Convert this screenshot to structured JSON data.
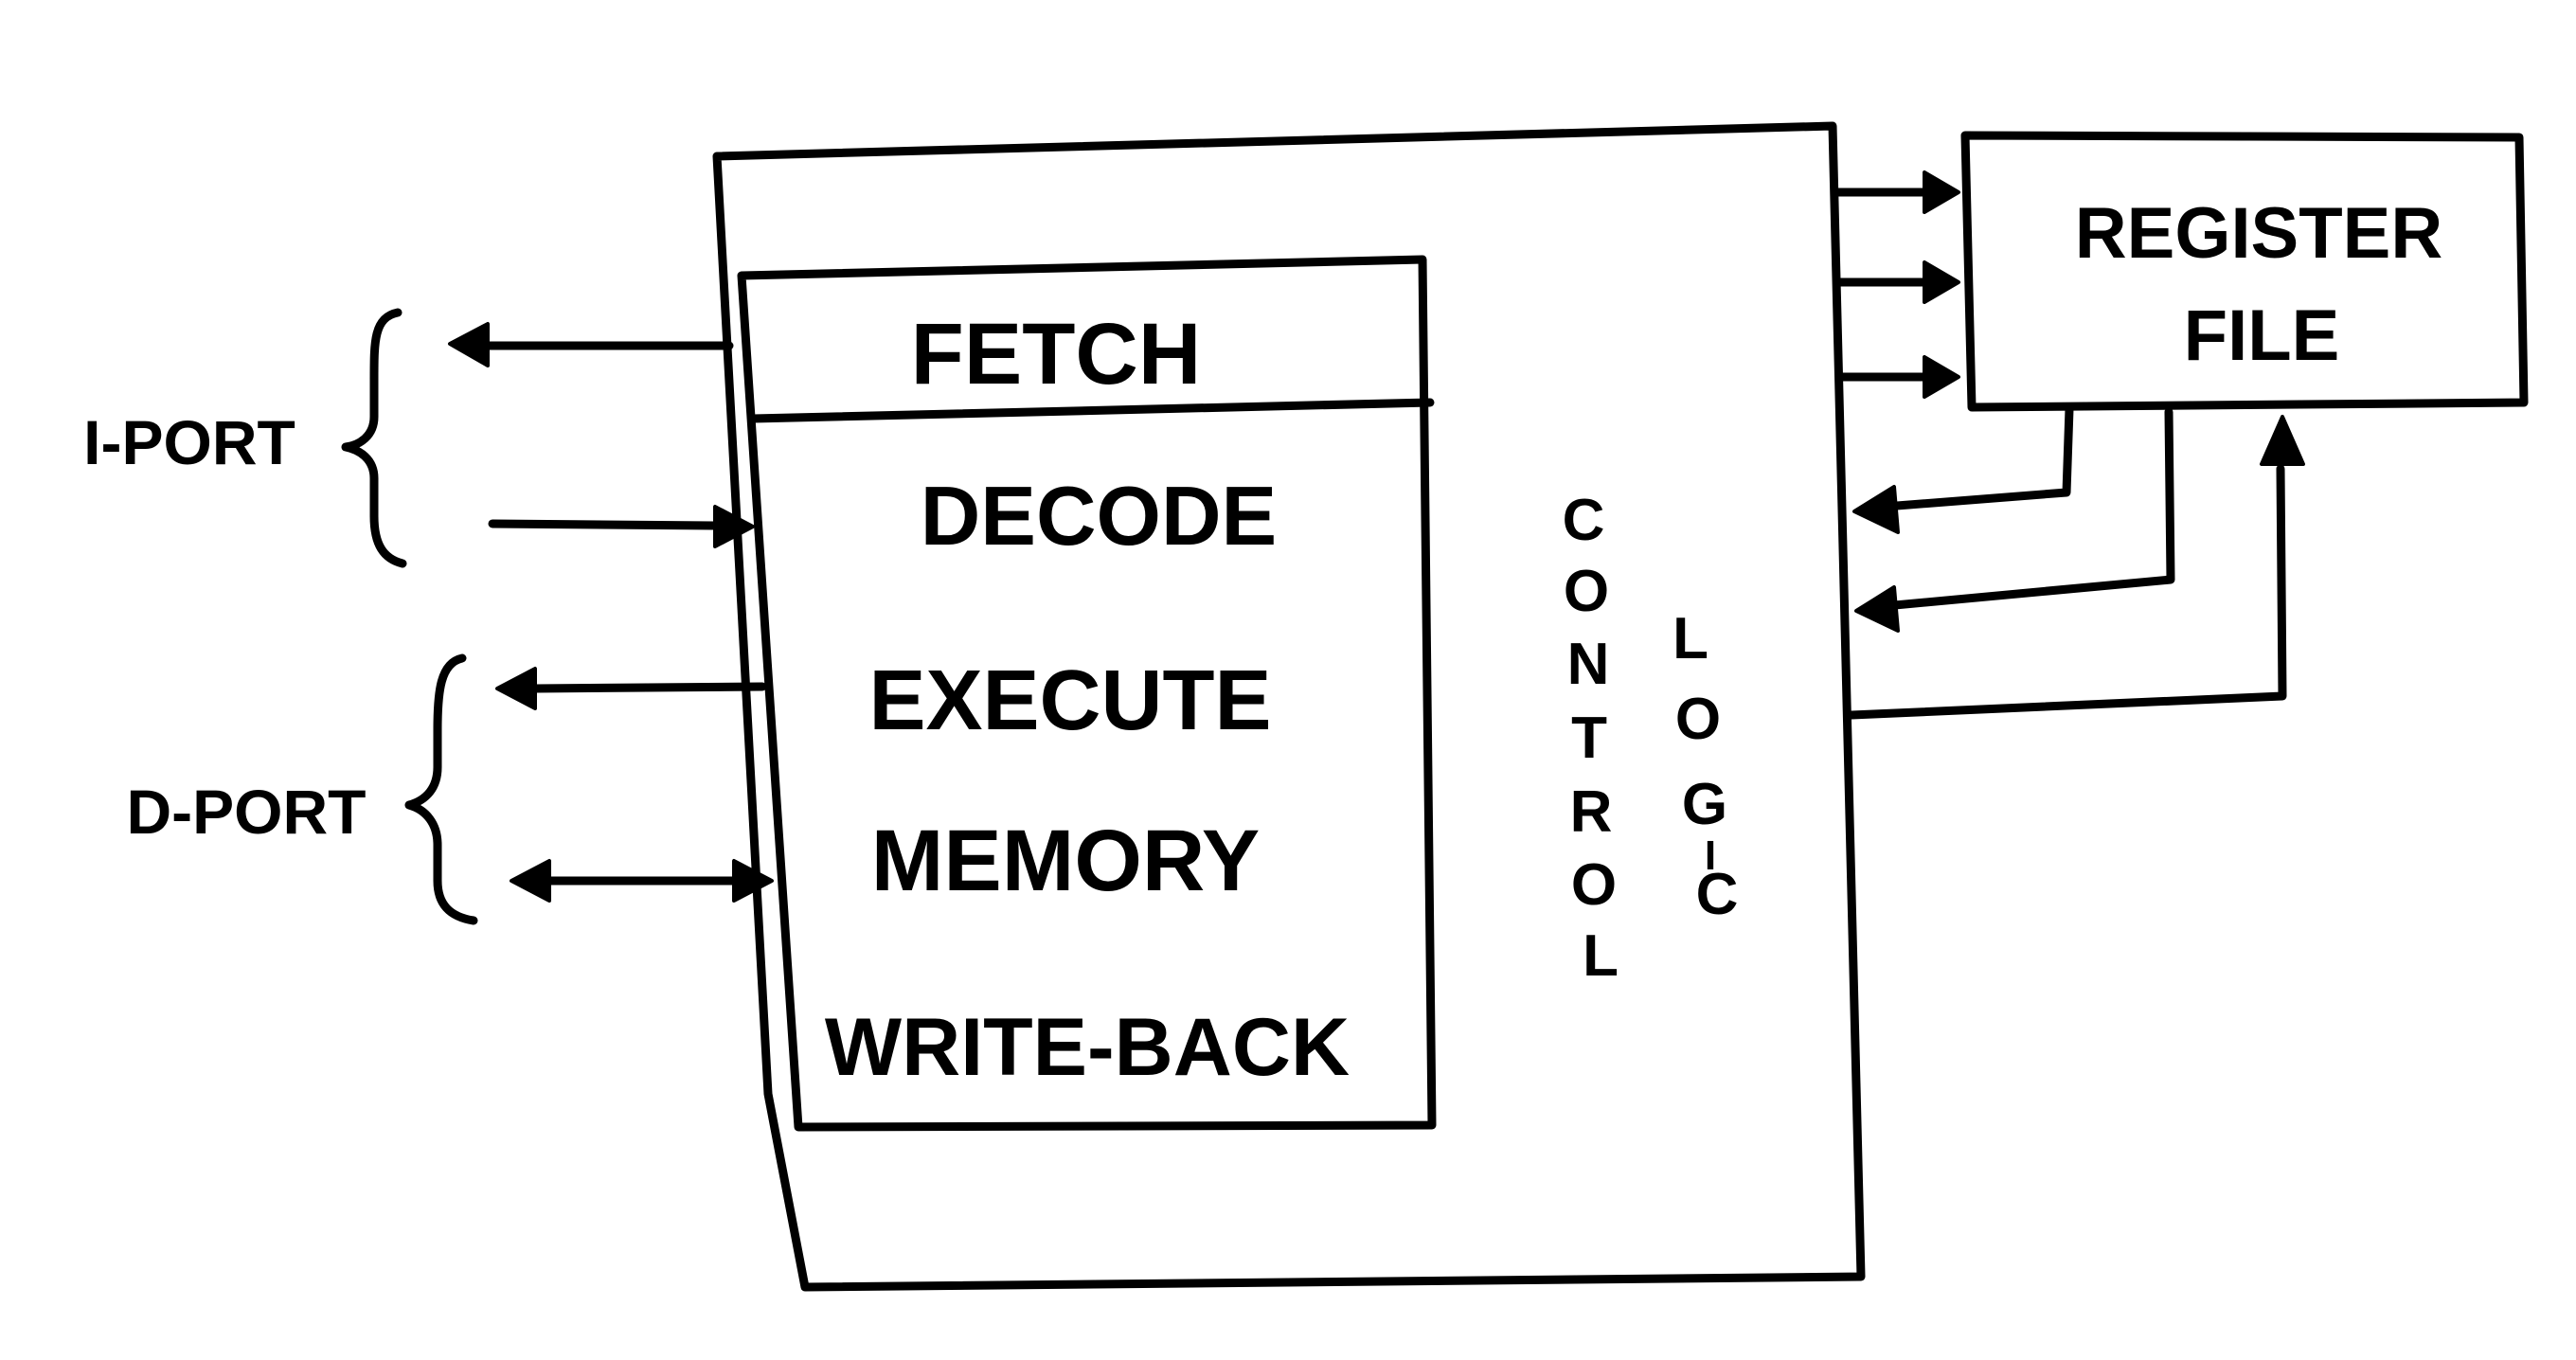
{
  "diagram": {
    "stages": [
      "FETCH",
      "DECODE",
      "EXECUTE",
      "MEMORY",
      "WRITE-BACK"
    ],
    "control_logic": [
      "C",
      "O",
      "N",
      "T",
      "R",
      "O",
      "L",
      "L",
      "O",
      "G",
      "I",
      "C"
    ],
    "register_file": {
      "line1": "REGISTER",
      "line2": "FILE"
    },
    "ports": {
      "i_port": "I-PORT",
      "d_port": "D-PORT"
    }
  }
}
